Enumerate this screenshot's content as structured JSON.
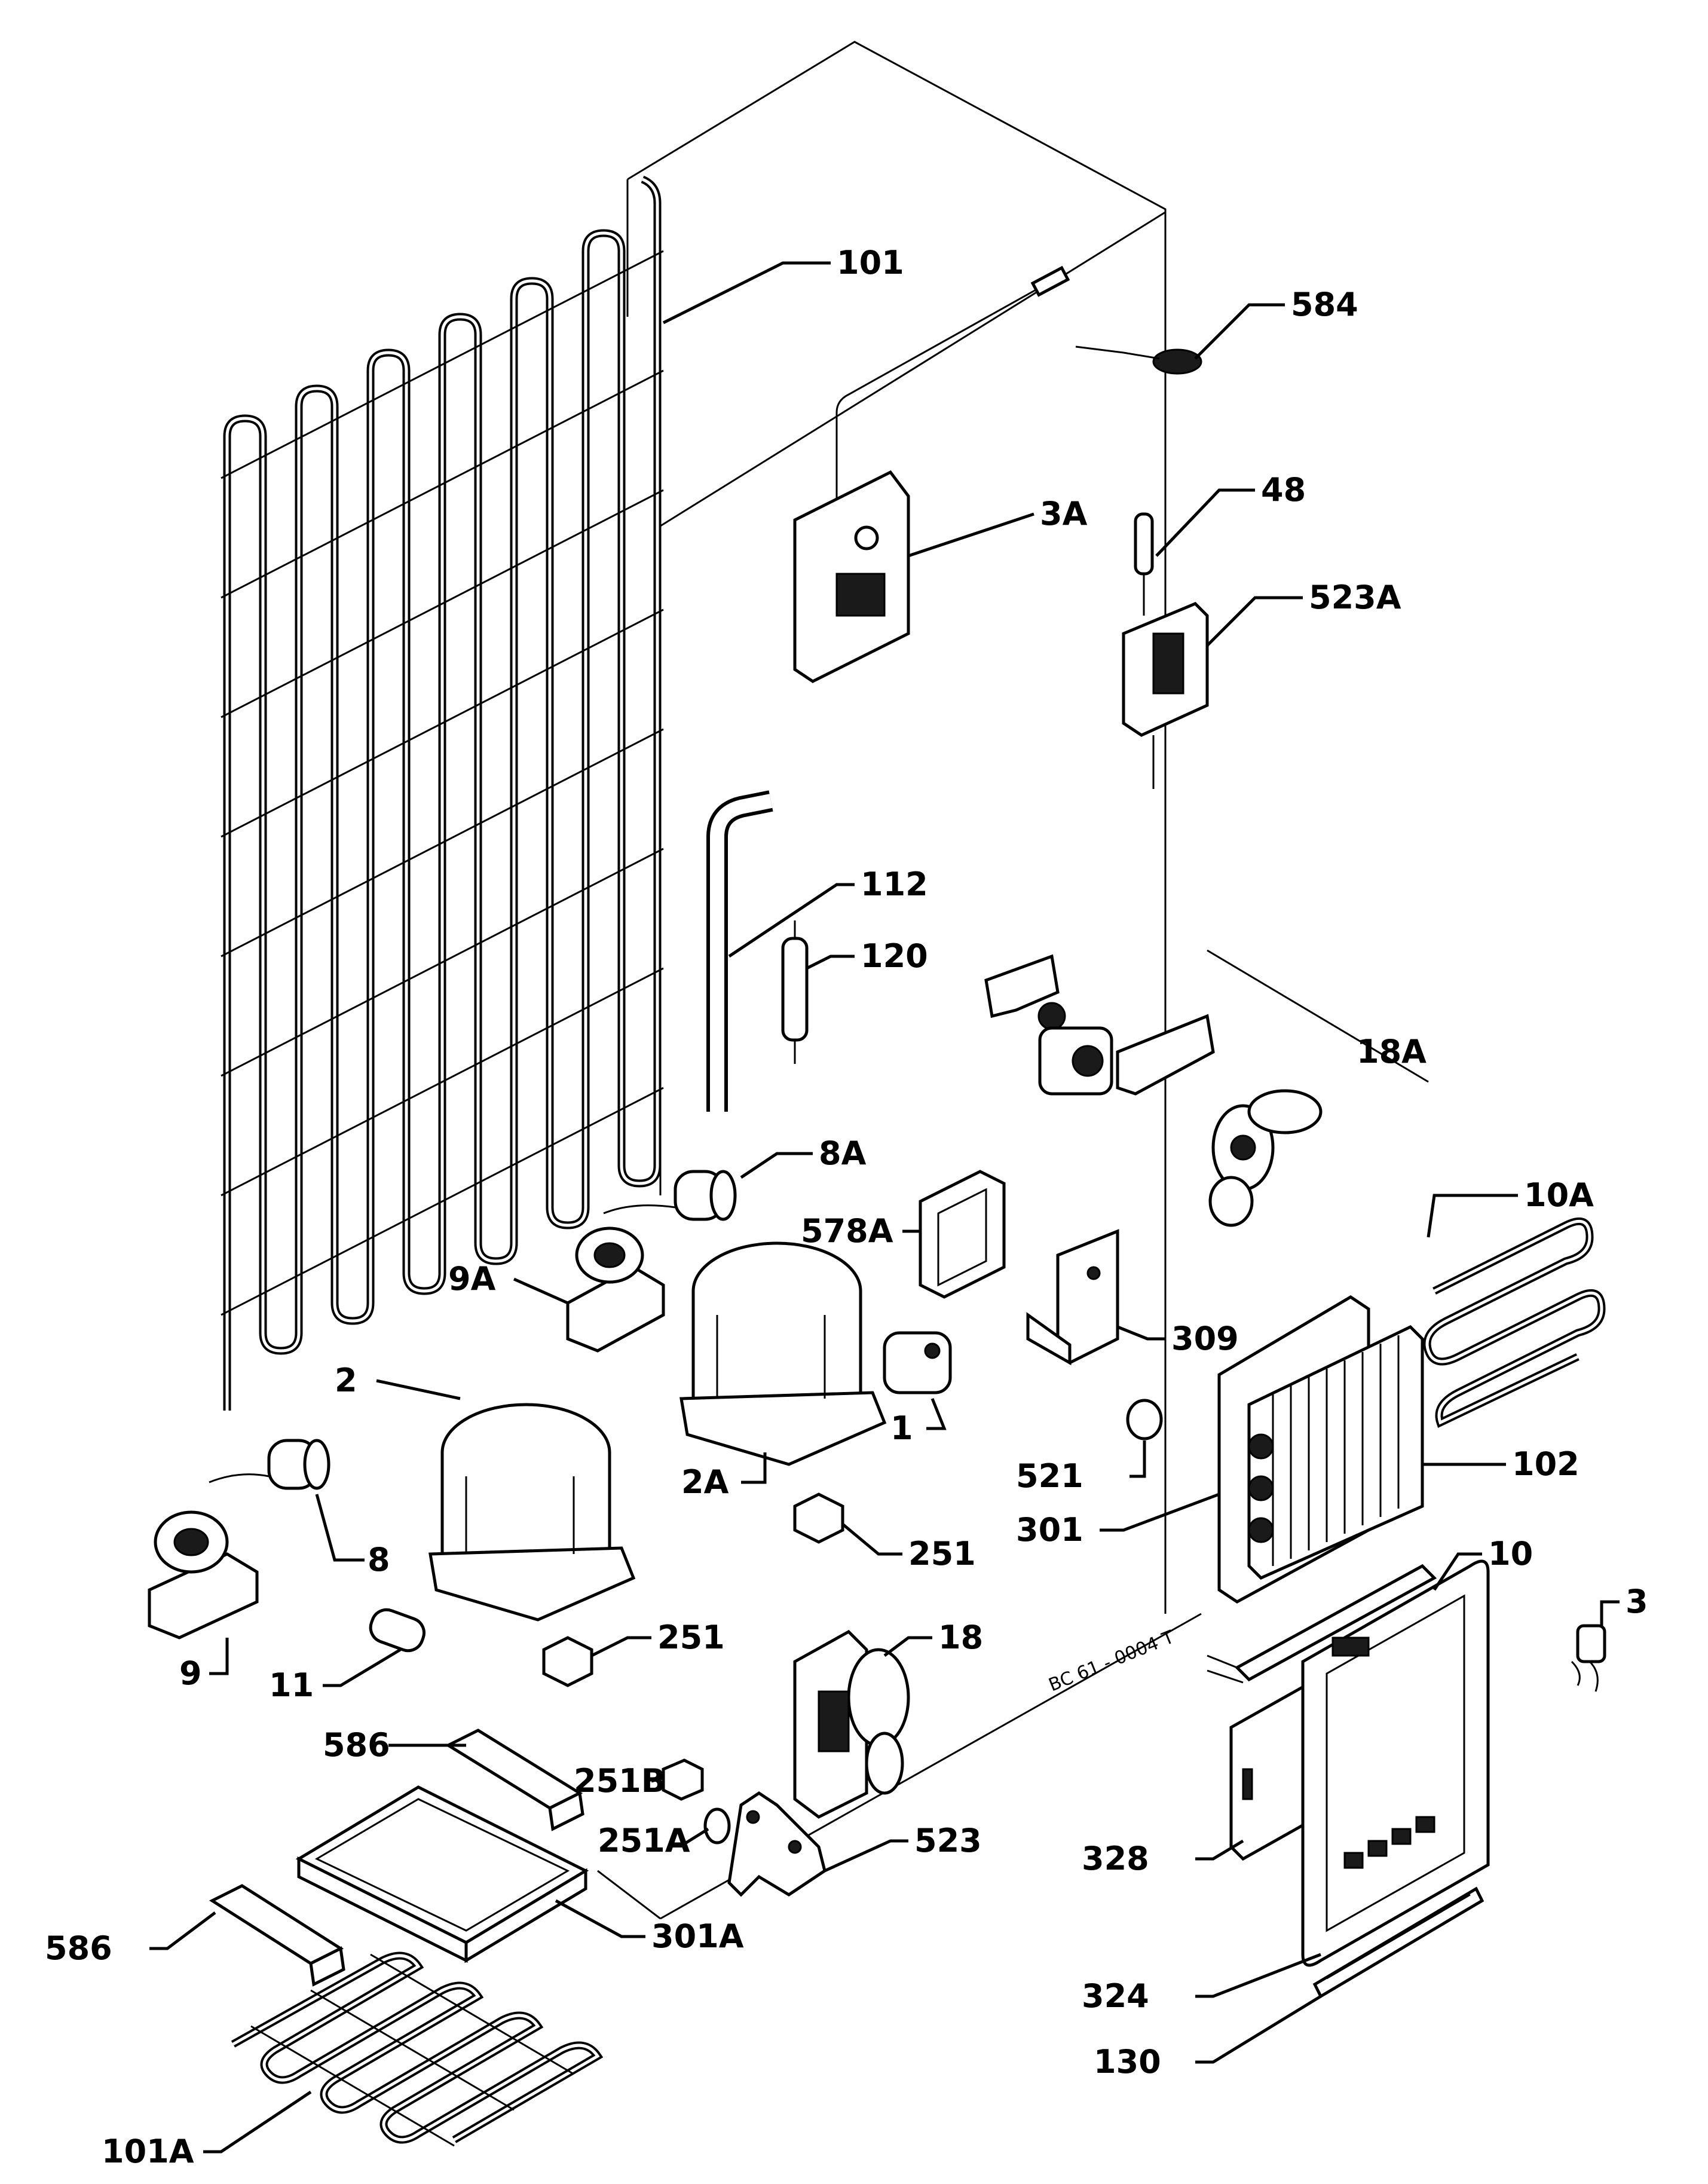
{
  "labels": {
    "p101": "101",
    "p584": "584",
    "p3A": "3A",
    "p48": "48",
    "p523A": "523A",
    "p112": "112",
    "p120": "120",
    "p18A": "18A",
    "p8A": "8A",
    "p578A": "578A",
    "p10A": "10A",
    "p9A": "9A",
    "p309": "309",
    "p2": "2",
    "p2A": "2A",
    "p1": "1",
    "p102": "102",
    "p521": "521",
    "p8": "8",
    "p251a": "251",
    "p301": "301",
    "p10": "10",
    "p3": "3",
    "p9": "9",
    "p11": "11",
    "p251b": "251",
    "p18": "18",
    "p586a": "586",
    "p251B": "251B",
    "p251A": "251A",
    "p523": "523",
    "p328": "328",
    "p586b": "586",
    "p301A": "301A",
    "p324": "324",
    "p130": "130",
    "p101A": "101A"
  },
  "stamp": "BC 61 - 0004 T"
}
